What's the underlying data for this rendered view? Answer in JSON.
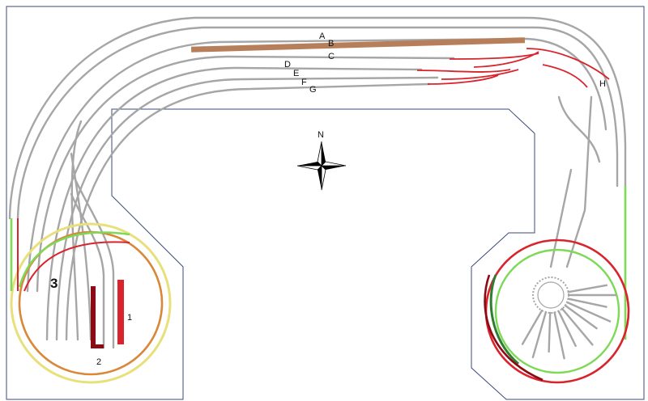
{
  "colors": {
    "outline": "#3b4a7a",
    "track": "#a6a6a6",
    "platform": "#b67f5a",
    "red": "#d9232d",
    "dark_red": "#8b0b14",
    "green": "#7ed957",
    "dark_green": "#2e7d32",
    "yellow": "#e8e07a",
    "orange": "#d9883a"
  },
  "track_labels": [
    "A",
    "B",
    "C",
    "D",
    "E",
    "F",
    "G",
    "H"
  ],
  "compass": {
    "label": "N",
    "icon": "compass-rose-icon"
  },
  "areas": {
    "helix": "3",
    "siding_1": "1",
    "siding_2": "2"
  }
}
